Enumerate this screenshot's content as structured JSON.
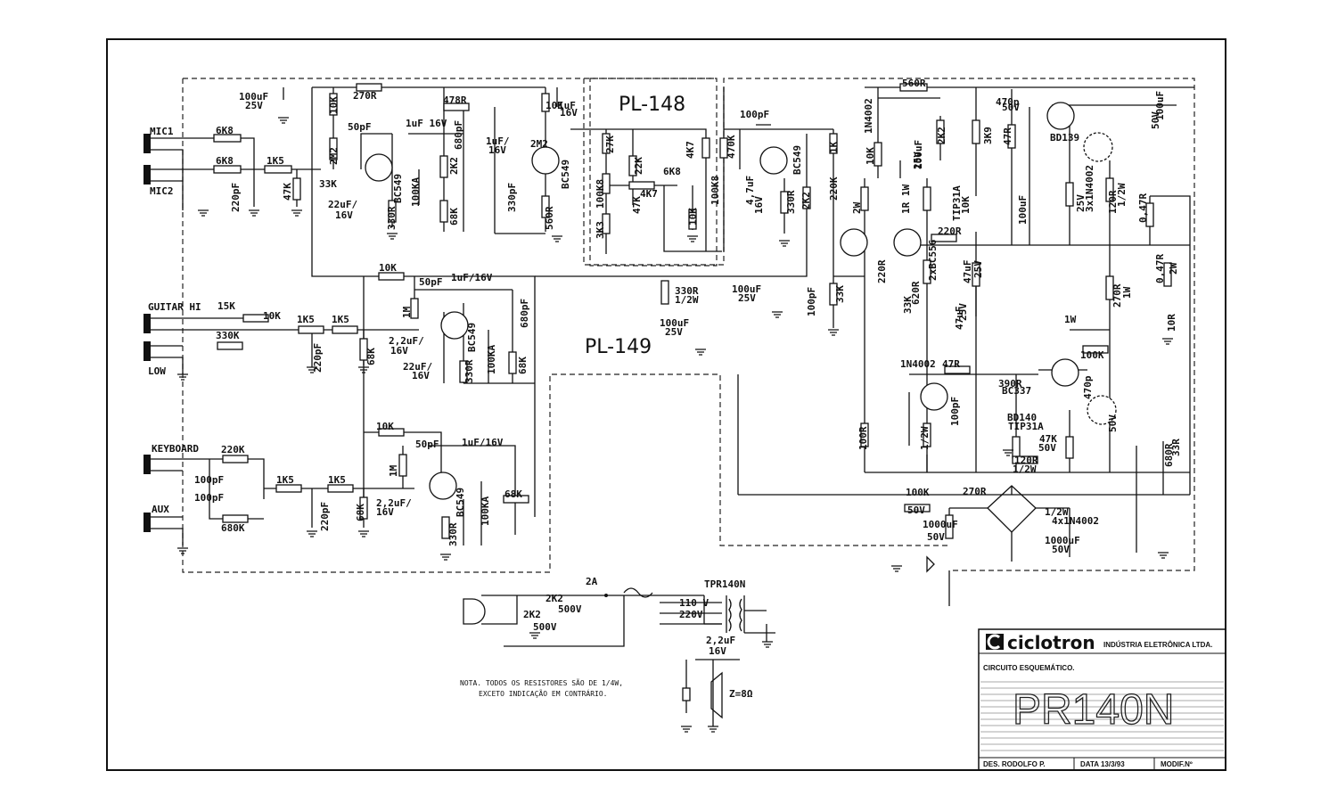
{
  "boards": {
    "pl148": "PL-148",
    "pl149": "PL-149"
  },
  "inputs": {
    "mic1": "MIC1",
    "mic2": "MIC2",
    "guitar_hi": "GUITAR HI",
    "low": "LOW",
    "keyboard": "KEYBOARD",
    "aux": "AUX"
  },
  "components": [
    "6K8",
    "6K8",
    "1K5",
    "33K",
    "47K",
    "220pF",
    "2M2",
    "10K",
    "270R",
    "100uF",
    "25V",
    "50pF",
    "1uF 16V",
    "680pF",
    "BC549",
    "22uF/",
    "16V",
    "330R",
    "100KA",
    "2K2",
    "68K",
    "478R",
    "1uF",
    "16V",
    "2M2",
    "1uF/",
    "16V",
    "330pF",
    "BC549",
    "560R",
    "10K",
    "27K",
    "22K",
    "100K8",
    "47K",
    "4K7",
    "3K3",
    "6K8",
    "4K7",
    "100K8",
    "10K",
    "100pF",
    "470K",
    "4,7uF",
    "16V",
    "BC549",
    "330R",
    "2K2",
    "1K",
    "220K",
    "15K",
    "10K",
    "1K5",
    "1K5",
    "330K",
    "220pF",
    "1M",
    "2,2uF/",
    "16V",
    "68K",
    "22uF/",
    "16V",
    "BC549",
    "330R",
    "100KA",
    "680pF",
    "68K",
    "10K",
    "50pF",
    "1uF/16V",
    "220K",
    "100pF",
    "100pF",
    "680K",
    "1K5",
    "1K5",
    "220pF",
    "68K",
    "1M",
    "2,2uF/",
    "16V",
    "10K",
    "50pF",
    "1uF/16V",
    "BC549",
    "330R",
    "100KA",
    "68K",
    "330R",
    "1/2W",
    "100uF",
    "25V",
    "100uF",
    "25V",
    "100pF",
    "33K",
    "560R",
    "1N4002",
    "10K",
    "100uF",
    "25V",
    "2K2",
    "3K9",
    "47R",
    "470p",
    "50V",
    "BD139",
    "100uF",
    "50V",
    "TIP31A",
    "10K",
    "100uF",
    "25V",
    "3x1N4002",
    "120R",
    "1/2W",
    "0,47R",
    "2W",
    "1R 1W",
    "220R",
    "220R",
    "2xBC556",
    "33K",
    "620R",
    "47uF",
    "25V",
    "47uF",
    "25V",
    "270R",
    "1W",
    "0,47R",
    "2W",
    "10R",
    "1W",
    "100K",
    "1N4002",
    "47R",
    "100pF",
    "390R",
    "BC337",
    "470p",
    "50V",
    "BD140",
    "TIP31A",
    "47K",
    "50V",
    "120R",
    "1/2W",
    "100R",
    "1/2W",
    "680R",
    "33R",
    "100K",
    "50V",
    "270R",
    "1/2W",
    "4x1N4002",
    "1000uF",
    "50V",
    "1000uF",
    "50V",
    "2K2",
    "1W"
  ],
  "power": {
    "fuse": "2A",
    "transformer": "TPR140N",
    "v110": "110 V",
    "v220": "220V",
    "cap1": "2K2",
    "cap1v": "500V",
    "cap2": "2K2",
    "cap2v": "500V",
    "out_cap": "2,2uF",
    "out_cap_v": "16V",
    "speaker": "Z=8Ω"
  },
  "note": {
    "line1": "NOTA. TODOS OS RESISTORES SÃO DE 1/4W,",
    "line2": "EXCETO INDICAÇÃO EM CONTRÁRIO."
  },
  "title_block": {
    "brand": "ciclotron",
    "company": "INDÚSTRIA ELETRÔNICA LTDA.",
    "doc_title": "CIRCUITO ESQUEMÁTICO.",
    "model": "PR140N",
    "designer": "DES. RODOLFO P.",
    "date": "DATA 13/3/93",
    "modif": "MODIF.Nº"
  }
}
